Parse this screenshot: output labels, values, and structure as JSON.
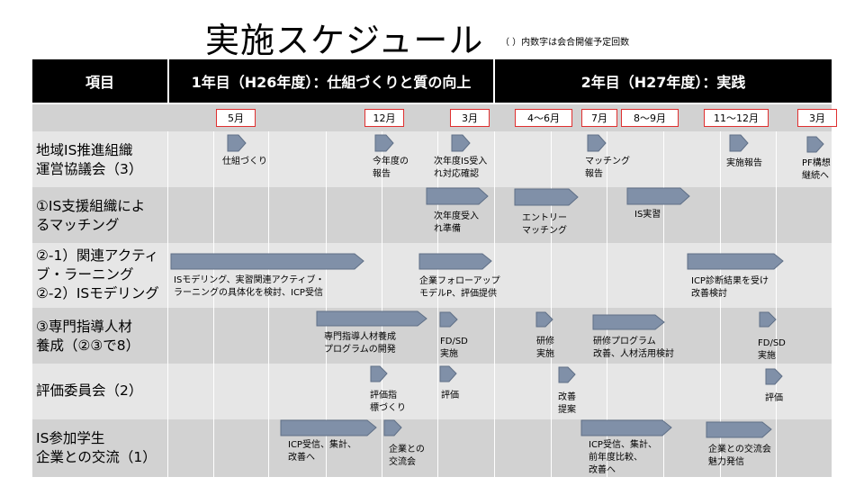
{
  "title": "実施スケジュール",
  "note": "（ ）内数字は会合開催予定回数",
  "header": {
    "item": "項目",
    "year1": "1年目（H26年度）：仕組づくりと質の向上",
    "year2": "2年目（H27年度）：実践"
  },
  "months": [
    "5月",
    "12月",
    "3月",
    "4～6月",
    "7月",
    "8～9月",
    "11～12月",
    "3月"
  ],
  "rows": [
    {
      "lines": [
        "地域IS推進組織",
        "運営協議会（3）"
      ]
    },
    {
      "lines": [
        "①IS支援組織によ",
        "るマッチング"
      ]
    },
    {
      "lines": [
        "②-1）関連アクティ",
        "ブ・ラーニング",
        "②-2）ISモデリング"
      ]
    },
    {
      "lines": [
        "③専門指導人材",
        "養成（②③で8）"
      ]
    },
    {
      "lines": [
        "評価委員会（2）"
      ]
    },
    {
      "lines": [
        "IS参加学生",
        "企業との交流（1）"
      ]
    }
  ],
  "labels": {
    "r0_a": "仕組づくり",
    "r0_b": [
      "今年度の",
      "報告"
    ],
    "r0_c": [
      "次年度IS受入",
      "れ対応確認"
    ],
    "r0_d": [
      "マッチング",
      "報告"
    ],
    "r0_e": "実施報告",
    "r0_f": [
      "PF構想",
      "継続へ"
    ],
    "r1_a": [
      "次年度受入",
      "れ準備"
    ],
    "r1_b": [
      "エントリー",
      "マッチング"
    ],
    "r1_c": "IS実習",
    "r2_a": [
      "ISモデリング、実習関連アクティブ・",
      "ラーニングの具体化を検討、ICP受信"
    ],
    "r2_b": [
      "企業フォローアップ",
      "モデルP、評価提供"
    ],
    "r2_c": [
      "ICP診断結果を受け",
      "改善検討"
    ],
    "r3_a": [
      "専門指導人材養成",
      "プログラムの開発"
    ],
    "r3_b": [
      "FD/SD",
      "実施"
    ],
    "r3_c": [
      "研修",
      "実施"
    ],
    "r3_d": [
      "研修プログラム",
      "改善、人材活用検討"
    ],
    "r3_e": [
      "FD/SD",
      "実施"
    ],
    "r4_a": [
      "評価指",
      "標づくり"
    ],
    "r4_b": "評価",
    "r4_c": [
      "改善",
      "提案"
    ],
    "r4_d": "評価",
    "r5_a": [
      "ICP受信、集計、",
      "改善へ"
    ],
    "r5_b": [
      "企業との",
      "交流会"
    ],
    "r5_c": [
      "ICP受信、集計、",
      "前年度比較、",
      "改善へ"
    ],
    "r5_d": [
      "企業との交流会",
      "魅力発信"
    ]
  },
  "colors": {
    "header": "#000000",
    "band_a": "#e6e6e6",
    "band_b": "#d2d2d2",
    "arrow": "#8090a8",
    "arrow_stroke": "#5f6f86",
    "month_border": "#e03030"
  }
}
